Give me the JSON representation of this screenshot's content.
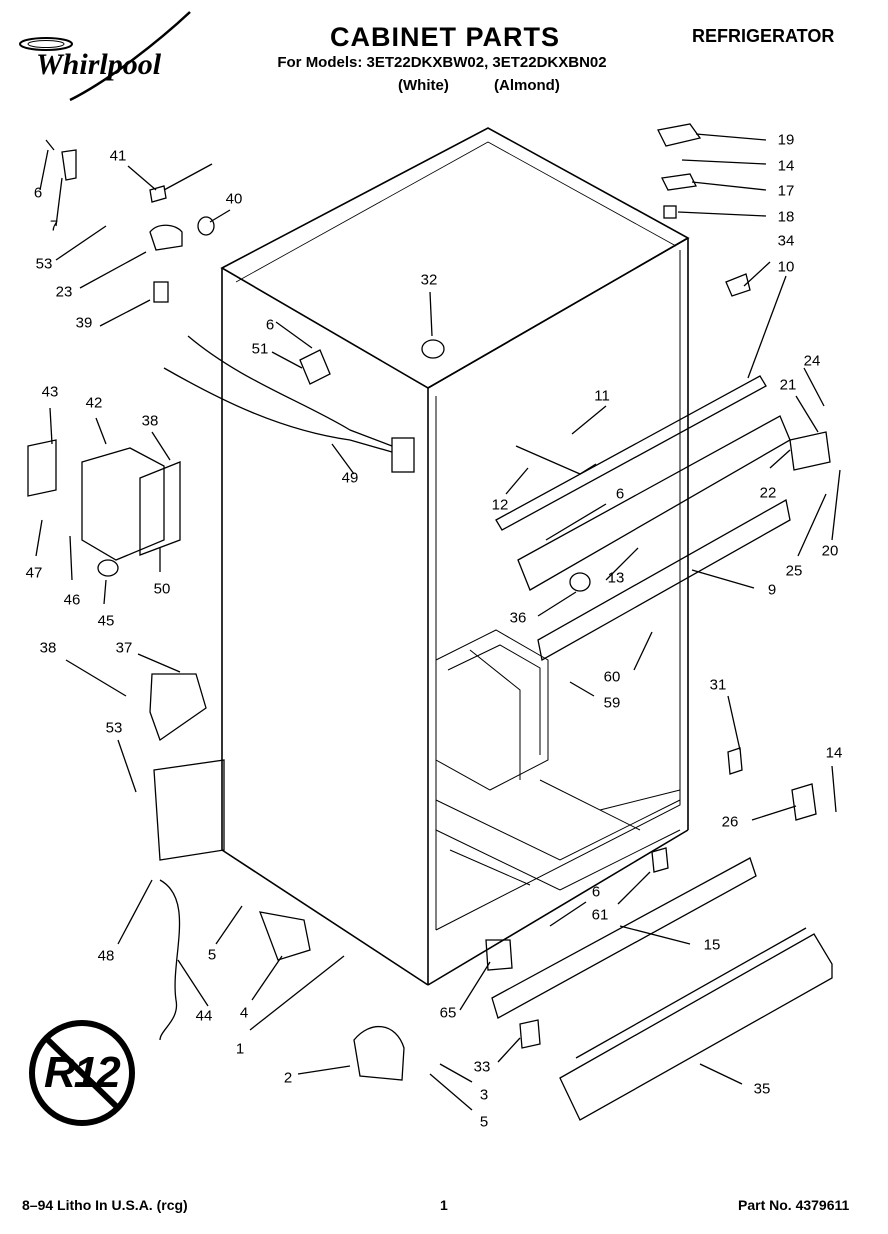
{
  "header": {
    "brand": "Whirlpool",
    "title": "CABINET PARTS",
    "category": "REFRIGERATOR",
    "models_line": "For Models: 3ET22DKXBW02, 3ET22DKXBN02",
    "variant_left": "(White)",
    "variant_right": "(Almond)"
  },
  "footer": {
    "litho": "8–94 Litho In U.S.A. (rcg)",
    "page": "1",
    "part_number": "Part No. 4379611"
  },
  "badge": {
    "text": "R12"
  },
  "callouts": [
    "41",
    "6",
    "7",
    "53",
    "40",
    "23",
    "39",
    "32",
    "6",
    "51",
    "43",
    "42",
    "38",
    "49",
    "47",
    "46",
    "45",
    "50",
    "38",
    "37",
    "53",
    "48",
    "5",
    "4",
    "44",
    "1",
    "2",
    "3",
    "5",
    "19",
    "14",
    "17",
    "18",
    "34",
    "10",
    "11",
    "24",
    "21",
    "12",
    "6",
    "22",
    "20",
    "25",
    "13",
    "9",
    "36",
    "60",
    "59",
    "31",
    "14",
    "26",
    "6",
    "61",
    "15",
    "65",
    "33",
    "35"
  ]
}
